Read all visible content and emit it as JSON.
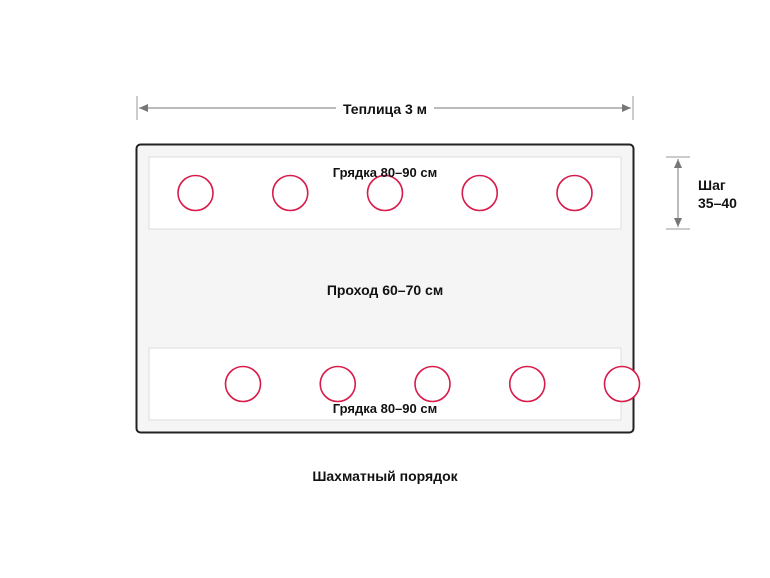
{
  "diagram": {
    "width_label": "Теплица 3 м",
    "top_bed_label": "Грядка 80–90 см",
    "bottom_bed_label": "Грядка 80–90 см",
    "aisle_label": "Проход 60–70 см",
    "step_label_line1": "Шаг",
    "step_label_line2": "35–40",
    "caption": "Шахматный порядок",
    "top_row_plant_count": 5,
    "bottom_row_plant_count": 5,
    "colors": {
      "plant": "#d81b4a",
      "outline": "#222222",
      "bed_fill": "#ffffff",
      "house_fill": "#f5f5f5",
      "dimension_line": "#777777"
    }
  }
}
